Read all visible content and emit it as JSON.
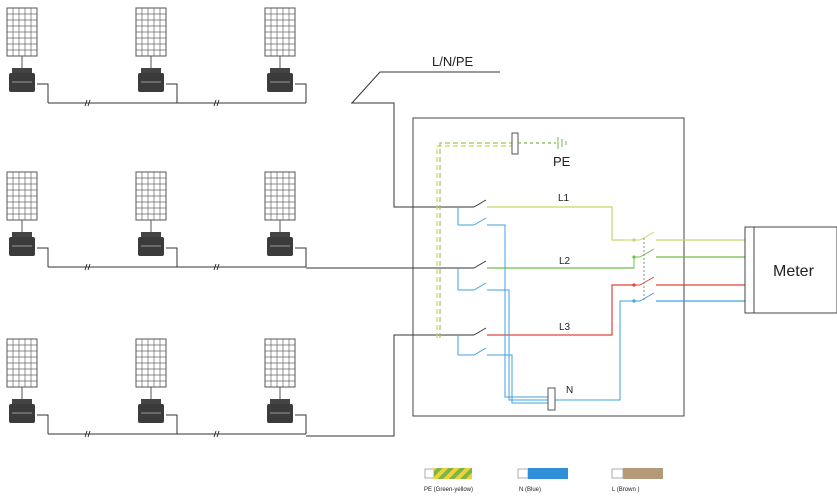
{
  "labels": {
    "bus": "L/N/PE",
    "pe": "PE",
    "l1": "L1",
    "l2": "L2",
    "l3": "L3",
    "n": "N",
    "meter": "Meter"
  },
  "legend": [
    {
      "label": "PE (Green-yellow)",
      "color": "#8cc63f",
      "pattern": "striped"
    },
    {
      "label": "N (Blue)",
      "color": "#2f8fd8",
      "pattern": "solid"
    },
    {
      "label": "L (Brown )",
      "color": "#b59a7a",
      "pattern": "solid"
    }
  ],
  "colors": {
    "pe": "#c8d94a",
    "n": "#3fa3dc",
    "l1": "#c9d66a",
    "l2": "#6cbf4a",
    "l3": "#e0443a",
    "bus": "#333333"
  }
}
